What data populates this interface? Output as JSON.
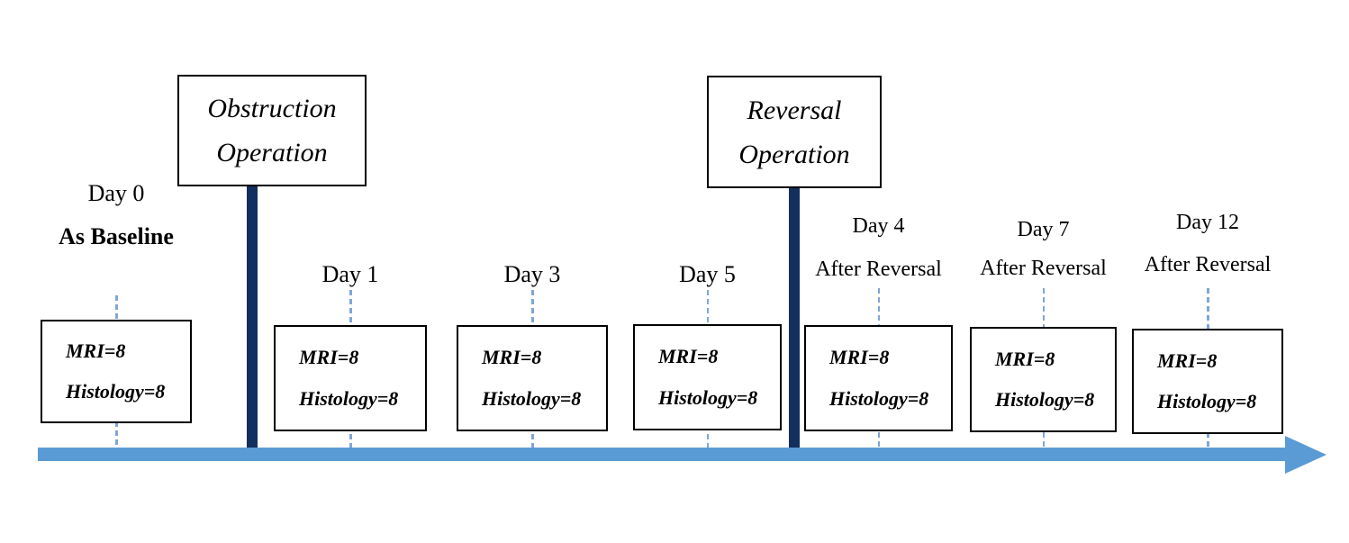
{
  "figure": {
    "type": "experimental-timeline",
    "operations": [
      {
        "title": [
          "Obstruction",
          "Operation"
        ]
      },
      {
        "title": [
          "Reversal",
          "Operation"
        ]
      }
    ],
    "stations": [
      {
        "day": "Day 0",
        "subtitle": "As Baseline",
        "mri": "MRI=8",
        "histology": "Histology=8"
      },
      {
        "day": "Day 1",
        "mri": "MRI=8",
        "histology": "Histology=8"
      },
      {
        "day": "Day 3",
        "mri": "MRI=8",
        "histology": "Histology=8"
      },
      {
        "day": "Day 5",
        "mri": "MRI=8",
        "histology": "Histology=8"
      },
      {
        "day": "Day 4",
        "subtitle": "After Reversal",
        "mri": "MRI=8",
        "histology": "Histology=8"
      },
      {
        "day": "Day 7",
        "subtitle": "After Reversal",
        "mri": "MRI=8",
        "histology": "Histology=8"
      },
      {
        "day": "Day 12",
        "subtitle": "After Reversal",
        "mri": "MRI=8",
        "histology": "Histology=8"
      }
    ]
  },
  "colors": {
    "arrow": "#5b9bd5",
    "marker": "#122f5e",
    "dash": "#7ea6d8",
    "border": "#000000"
  }
}
